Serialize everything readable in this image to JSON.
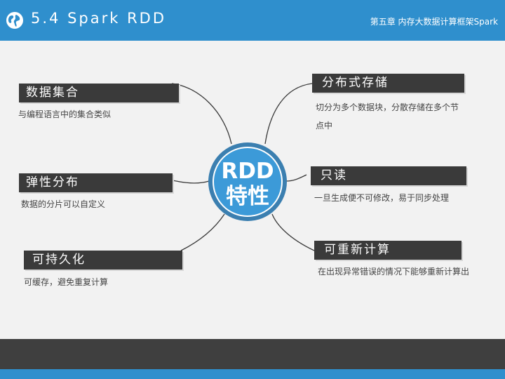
{
  "header": {
    "title": "5.4 Spark RDD",
    "chapter": "第五章 内存大数据计算框架Spark"
  },
  "center": {
    "line1": "RDD",
    "line2": "特性"
  },
  "left": [
    {
      "label": "数据集合",
      "desc": "与编程语言中的集合类似"
    },
    {
      "label": "弹性分布",
      "desc": "数据的分片可以自定义"
    },
    {
      "label": "可持久化",
      "desc": "可缓存，避免重复计算"
    }
  ],
  "right": [
    {
      "label": "分布式存储",
      "desc_line1": "切分为多个数据块，分散存储在多个节",
      "desc_line2": "点中"
    },
    {
      "label": "只读",
      "desc": "一旦生成便不可修改，易于同步处理"
    },
    {
      "label": "可重新计算",
      "desc": "在出现异常错误的情况下能够重新计算出"
    }
  ],
  "colors": {
    "header": "#2f8fcd",
    "bar": "#3a3a3a",
    "center": "#3c9ad8",
    "footer": "#3f3f3f"
  }
}
